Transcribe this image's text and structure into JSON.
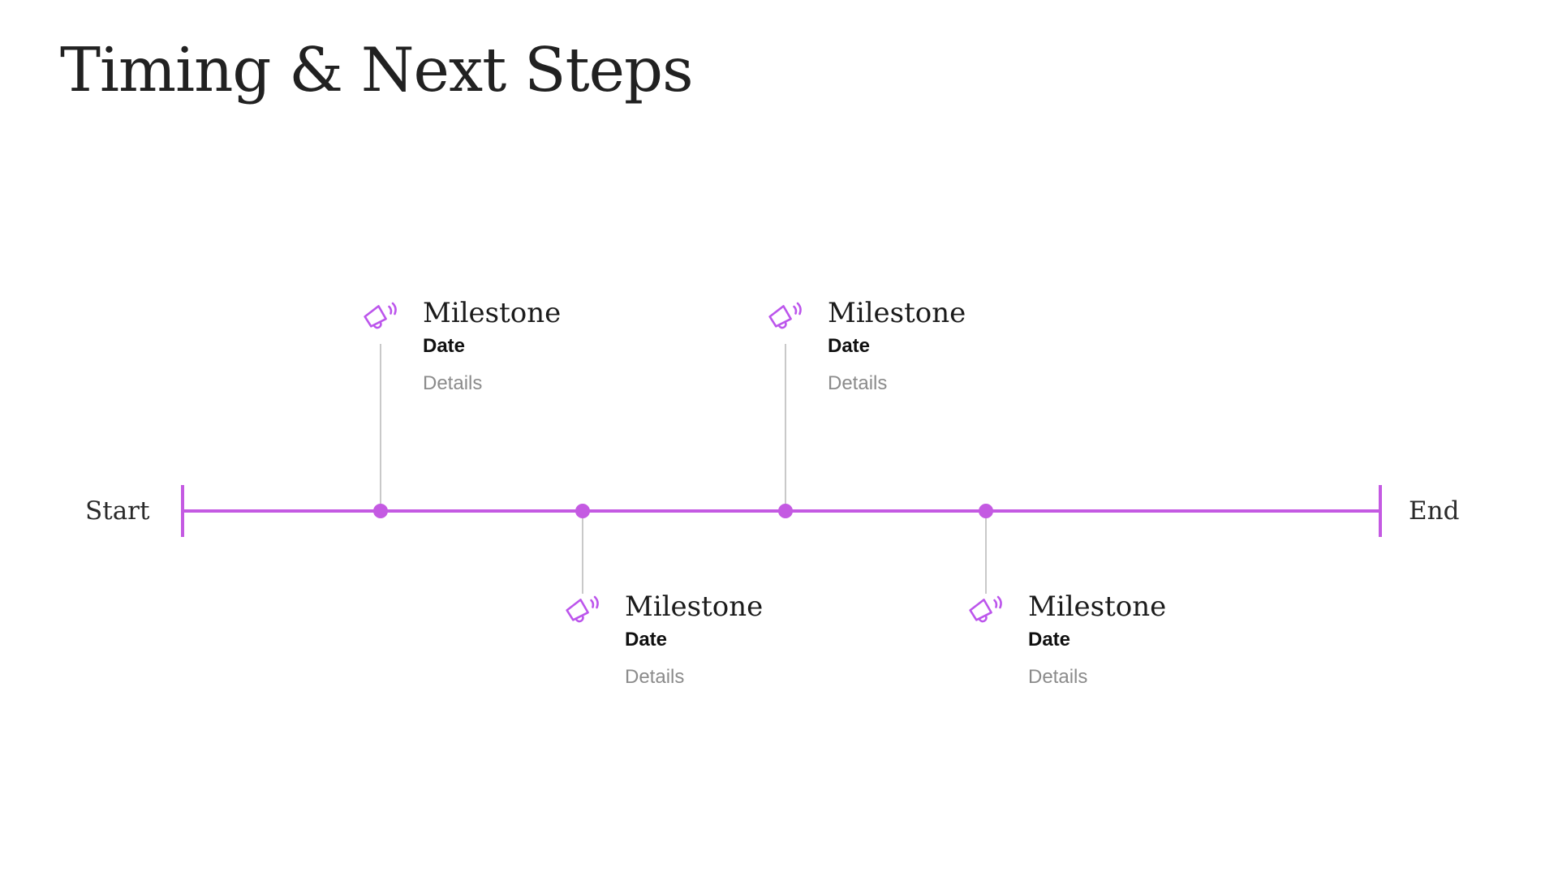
{
  "slide": {
    "title": "Timing & Next Steps"
  },
  "timeline": {
    "start_label": "Start",
    "end_label": "End",
    "milestones": [
      {
        "icon": "megaphone-icon",
        "side": "above",
        "title": "Milestone",
        "date": "Date",
        "details": "Details"
      },
      {
        "icon": "megaphone-icon",
        "side": "below",
        "title": "Milestone",
        "date": "Date",
        "details": "Details"
      },
      {
        "icon": "megaphone-icon",
        "side": "above",
        "title": "Milestone",
        "date": "Date",
        "details": "Details"
      },
      {
        "icon": "megaphone-icon",
        "side": "below",
        "title": "Milestone",
        "date": "Date",
        "details": "Details"
      }
    ]
  },
  "colors": {
    "accent": "#c45ae2",
    "icon_accent": "#bc55ec",
    "connector": "#c9c9c9",
    "details_text": "#8b8b8b",
    "heading_text": "#212121",
    "background": "#ffffff"
  }
}
